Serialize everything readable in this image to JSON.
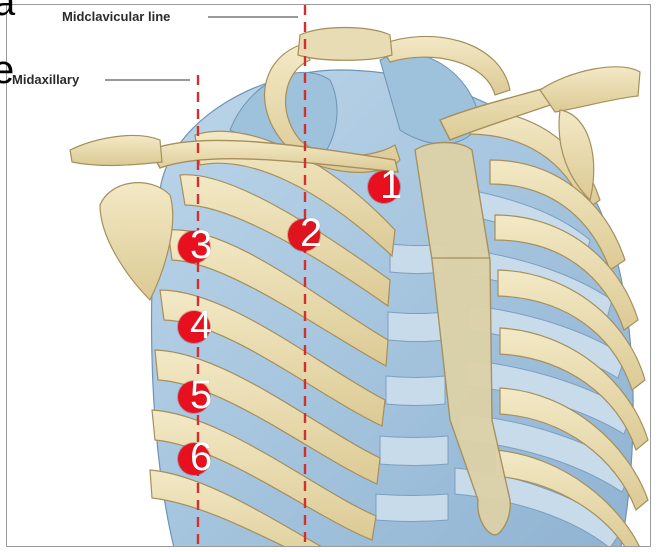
{
  "labels": {
    "midclavicular": "Midclavicular line",
    "midaxillary": "Midaxillary"
  },
  "cropped_text": {
    "top_left": "a",
    "left_mid": "e"
  },
  "points": [
    {
      "label": "1"
    },
    {
      "label": "2"
    },
    {
      "label": "3"
    },
    {
      "label": "4"
    },
    {
      "label": "5"
    },
    {
      "label": "6"
    }
  ],
  "colors": {
    "bone": "#e9dcb0",
    "bone_outline": "#a58f5c",
    "lung": "#a9c9e0",
    "lung_dark": "#7fa6c6",
    "cartilage": "#c4d8e8",
    "guide_line": "#d2302e",
    "marker": "#e8101e"
  }
}
